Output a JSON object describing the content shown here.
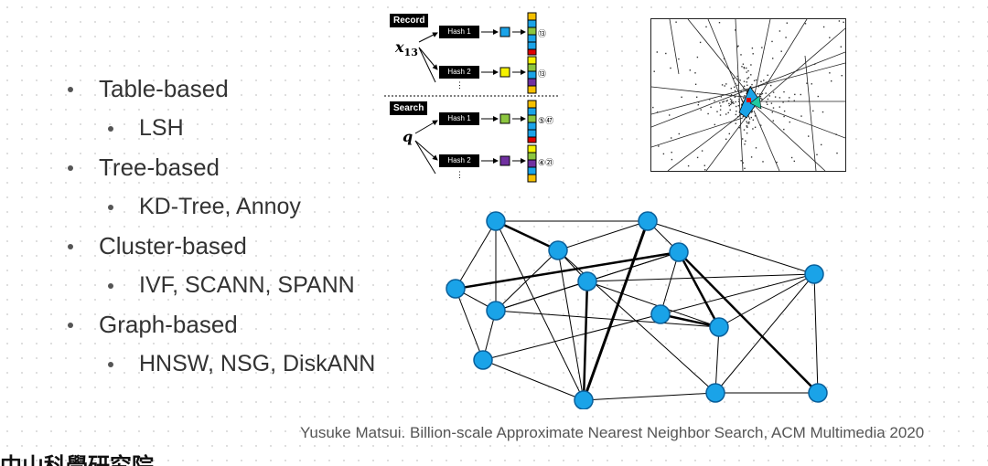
{
  "bullets": [
    {
      "label": "Table-based",
      "sub": "LSH"
    },
    {
      "label": "Tree-based",
      "sub": "KD-Tree, Annoy"
    },
    {
      "label": "Cluster-based",
      "sub": "IVF, SCANN, SPANN"
    },
    {
      "label": "Graph-based",
      "sub": "HNSW, NSG, DiskANN"
    }
  ],
  "lsh_figure": {
    "record_tag": "Record",
    "search_tag": "Search",
    "record_var": "x",
    "record_var_sub": "13",
    "search_var": "q",
    "hash_labels": [
      "Hash 1",
      "Hash 2",
      "Hash 1",
      "Hash 2"
    ],
    "ellipsis": "⋮",
    "bucket_ids": [
      "⑬",
      "⑬",
      "⑤㊼",
      "④㉑"
    ],
    "hash_colors": [
      "#1aa3e8",
      "#f5f200",
      "#8cc63f",
      "#7030a0"
    ]
  },
  "citation": "Yusuke Matsui. Billion-scale Approximate Nearest Neighbor Search, ACM Multimedia 2020",
  "logo_text": "中山科學研究院"
}
